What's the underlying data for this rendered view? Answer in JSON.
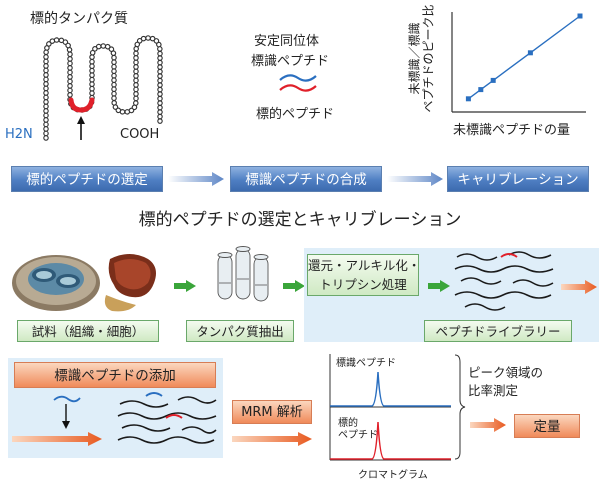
{
  "top": {
    "protein_title": "標的タンパク質",
    "h2n": "H2N",
    "cooh": "COOH",
    "legend_line1": "安定同位体",
    "legend_line2": "標識ペプチド",
    "legend_line3": "標的ペプチド",
    "graph_ylabel_line1": "未標識／標識",
    "graph_ylabel_line2": "ペプチドのピーク比",
    "graph_xlabel": "未標識ペプチドの量"
  },
  "chart_data": {
    "type": "line",
    "x": [
      1,
      2,
      3,
      6,
      10
    ],
    "y": [
      1,
      2,
      3,
      6,
      10
    ],
    "xlabel": "未標識ペプチドの量",
    "ylabel": "未標識／標識 ペプチドのピーク比",
    "grid": false
  },
  "steps": [
    "標的ペプチドの選定",
    "標識ペプチドの合成",
    "キャリブレーション"
  ],
  "section_title": "標的ペプチドの選定とキャリブレーション",
  "workflow": {
    "sample_label": "試料（組織・細胞）",
    "extract_label": "タンパク質抽出",
    "process_line1": "還元・アルキル化・",
    "process_line2": "トリプシン処理",
    "library_label": "ペプチドライブラリー"
  },
  "mrm": {
    "add_label": "標識ペプチドの添加",
    "analysis_label": "MRM 解析",
    "chrom_top_label": "標識ペプチド",
    "chrom_bottom_line1": "標的",
    "chrom_bottom_line2": "ペプチド",
    "chrom_caption": "クロマトグラム",
    "ratio_line1": "ピーク領域の",
    "ratio_line2": "比率測定",
    "quant_label": "定量"
  },
  "colors": {
    "blue_line": "#2a6fc0",
    "red_line": "#e0202a",
    "step_blue": "#4f7fc3",
    "panel_blue": "#dfeef9",
    "orange": "#f08a5a"
  }
}
